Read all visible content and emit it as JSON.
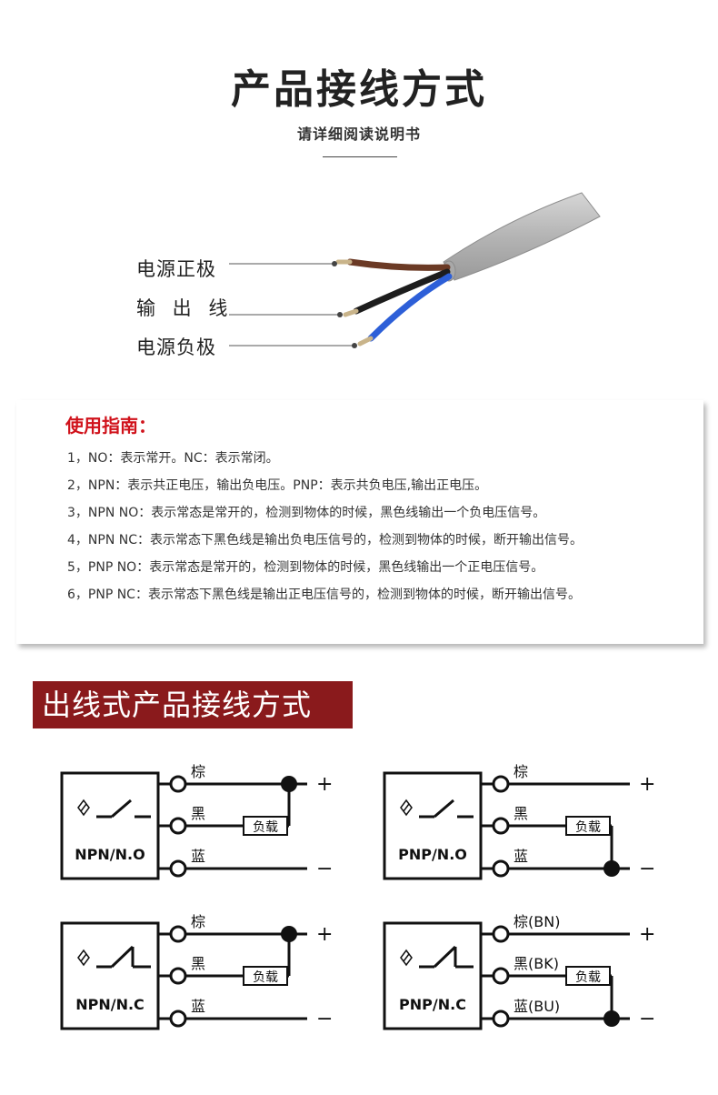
{
  "header": {
    "title": "产品接线方式",
    "subtitle": "请详细阅读说明书"
  },
  "cable": {
    "labels": [
      "电源正极",
      "输 出 线",
      "电源负极"
    ],
    "colors": {
      "sheath": "#b9b9b9",
      "brown": "#6b3a25",
      "black": "#1d1d1d",
      "blue": "#2d5fd8"
    }
  },
  "guide": {
    "title": "使用指南：",
    "items": [
      "1，NO：表示常开。NC：表示常闭。",
      "2，NPN：表示共正电压，输出负电压。PNP：表示共负电压,输出正电压。",
      "3，NPN NO：表示常态是常开的，检测到物体的时候，黑色线输出一个负电压信号。",
      "4，NPN NC：表示常态下黑色线是输出负电压信号的，检测到物体的时候，断开输出信号。",
      "5，PNP NO：表示常态是常开的，检测到物体的时候，黑色线输出一个正电压信号。",
      "6，PNP NC：表示常态下黑色线是输出正电压信号的，检测到物体的时候，断开输出信号。"
    ],
    "accent": "#d0121b"
  },
  "section": {
    "title": "出线式产品接线方式",
    "color": "#8a1a1c"
  },
  "diagrams": [
    {
      "type": "NPN/N.O",
      "wires": [
        "棕",
        "黑",
        "蓝"
      ],
      "load": "负载",
      "plus": "+",
      "minus": "−"
    },
    {
      "type": "PNP/N.O",
      "wires": [
        "棕",
        "黑",
        "蓝"
      ],
      "load": "负载",
      "plus": "+",
      "minus": "−"
    },
    {
      "type": "NPN/N.C",
      "wires": [
        "棕",
        "黑",
        "蓝"
      ],
      "load": "负载",
      "plus": "+",
      "minus": "−"
    },
    {
      "type": "PNP/N.C",
      "wires": [
        "棕(BN)",
        "黑(BK)",
        "蓝(BU)"
      ],
      "load": "负载",
      "plus": "+",
      "minus": "−"
    }
  ]
}
